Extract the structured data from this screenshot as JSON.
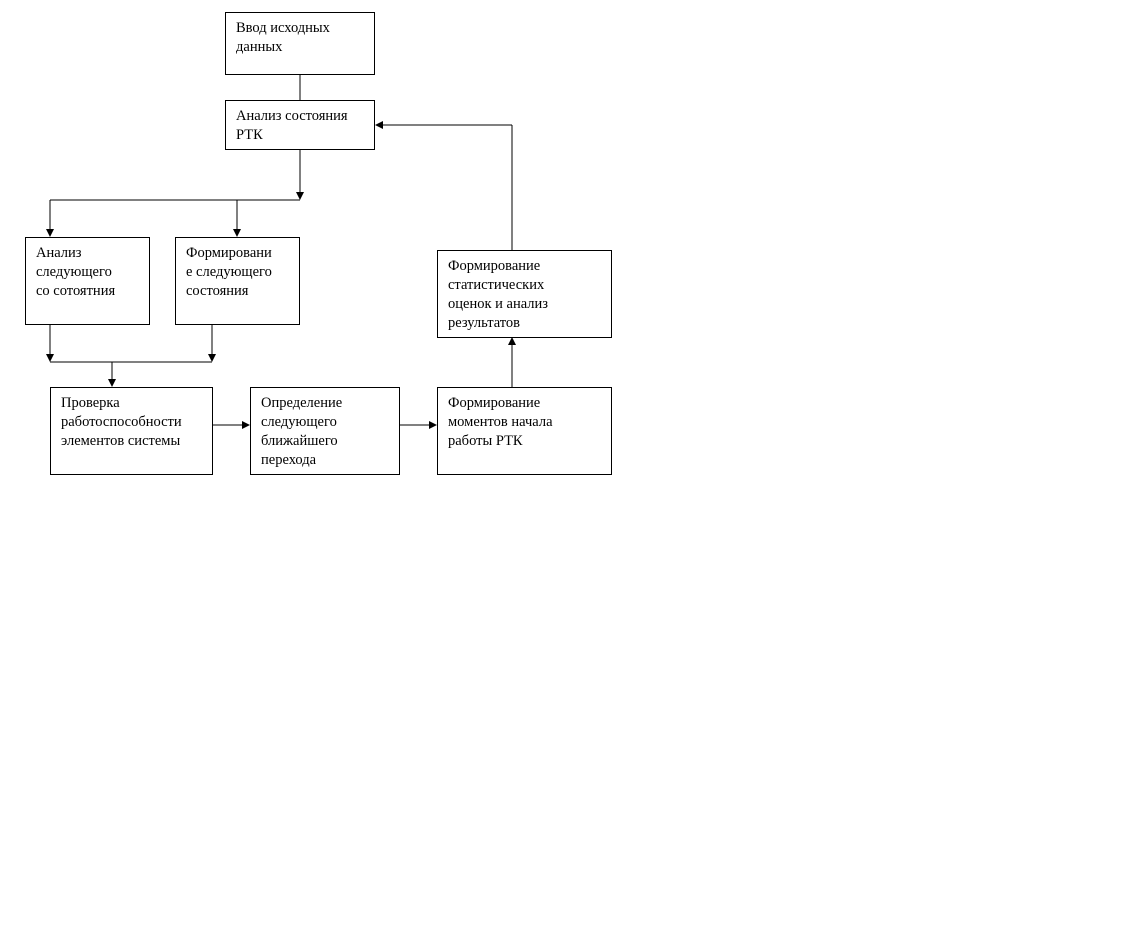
{
  "diagram": {
    "boxes": {
      "input_data": "Ввод исходных\nданных",
      "analyze_rtk_state": "Анализ состояния\nРТК",
      "analyze_next_state": "Анализ\nследующего\nсо сотоятния",
      "form_next_state": "Формировани\nе следующего\nсостояния",
      "check_elements": "Проверка\nработоспособности\nэлементов системы",
      "determine_next_transition": "Определение\nследующего\nближайшего\nперехода",
      "form_start_moments": "Формирование\nмоментов начала\nработы РТК",
      "form_statistics": "Формирование\nстатистических\nоценок и анализ\nрезультатов"
    },
    "colors": {
      "line": "#000000",
      "box_border": "#000000",
      "background": "#ffffff"
    }
  }
}
